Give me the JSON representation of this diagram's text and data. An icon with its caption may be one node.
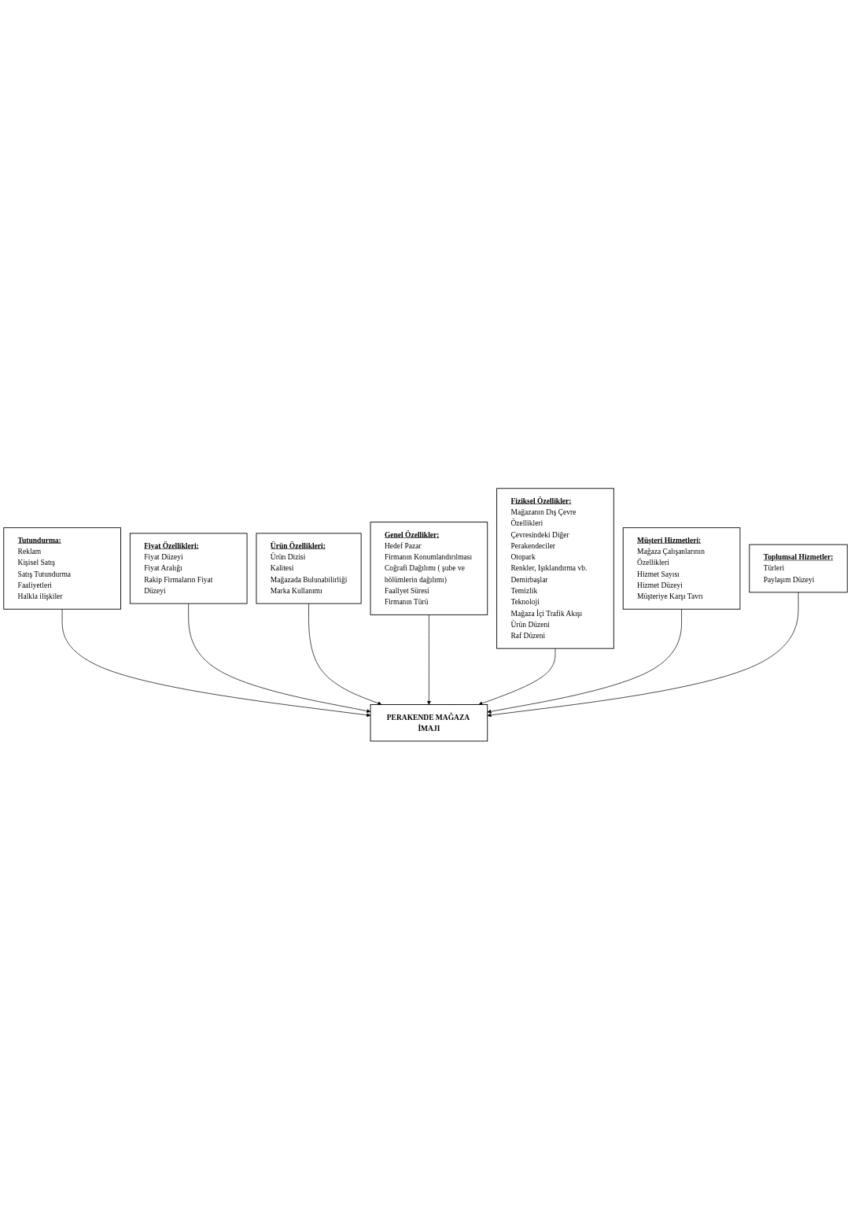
{
  "diagram": {
    "nodes": [
      {
        "text": [
          "Genel Özellikler:",
          "Hedef Pazar",
          "Firmanın Konumlandırılması",
          "Coğrafi Dağılımı ( şube ve bölümlerin dağılımı)",
          "Faaliyet Süresi",
          "Firmanın Türü"
        ]
      },
      {
        "text": [
          "Ürün Özellikleri:",
          "Ürün Dizisi",
          "Kalitesi",
          "Mağazada Bulunabilirliği",
          "Marka Kullanımı"
        ]
      },
      {
        "text": [
          "Fiyat Özellikleri:",
          "Fiyat Düzeyi",
          "Fiyat Aralığı",
          "Rakip Firmaların Fiyat Düzeyi"
        ]
      },
      {
        "text": [
          "Tutundurma:",
          "Reklam",
          "Kişisel Satış",
          "Satış Tutundurma Faaliyetleri",
          "Halkla ilişkiler"
        ]
      },
      {
        "text": [
          "Fiziksel Özellikler:",
          "Mağazanın Dış Çevre Özellikleri",
          "Çevresindeki Diğer Perakendeciler",
          "Otopark",
          "Renkler, Işıklandırma vb.",
          "Demirbaşlar",
          "Temizlik",
          "Teknoloji",
          "Mağaza İçi Trafik Akışı",
          "Ürün Düzeni",
          "Raf Düzeni"
        ]
      },
      {
        "text": [
          "Müşteri Hizmetleri:",
          "Mağaza Çalışanlarının Özellikleri",
          "Hizmet Sayısı",
          "Hizmet Düzeyi",
          "Müşteriye Karşı Tavrı"
        ]
      },
      {
        "text": [
          "Toplumsal Hizmetler:",
          "Türleri",
          "Paylaşım Düzeyi"
        ]
      },
      {
        "text": [
          "PERAKENDE MAĞAZA İMAJI"
        ]
      }
    ],
    "edges": [
      {
        "from": 3,
        "to": 7,
        "arrow": "to"
      },
      {
        "from": 2,
        "to": 7,
        "arrow": "to"
      },
      {
        "from": 1,
        "to": 7,
        "arrow": "to"
      },
      {
        "from": 0,
        "to": 7,
        "arrow": "to"
      },
      {
        "from": 4,
        "to": 7,
        "arrow": "to"
      },
      {
        "from": 5,
        "to": 7,
        "arrow": "to"
      },
      {
        "from": 6,
        "to": 7,
        "arrow": "to"
      }
    ]
  }
}
